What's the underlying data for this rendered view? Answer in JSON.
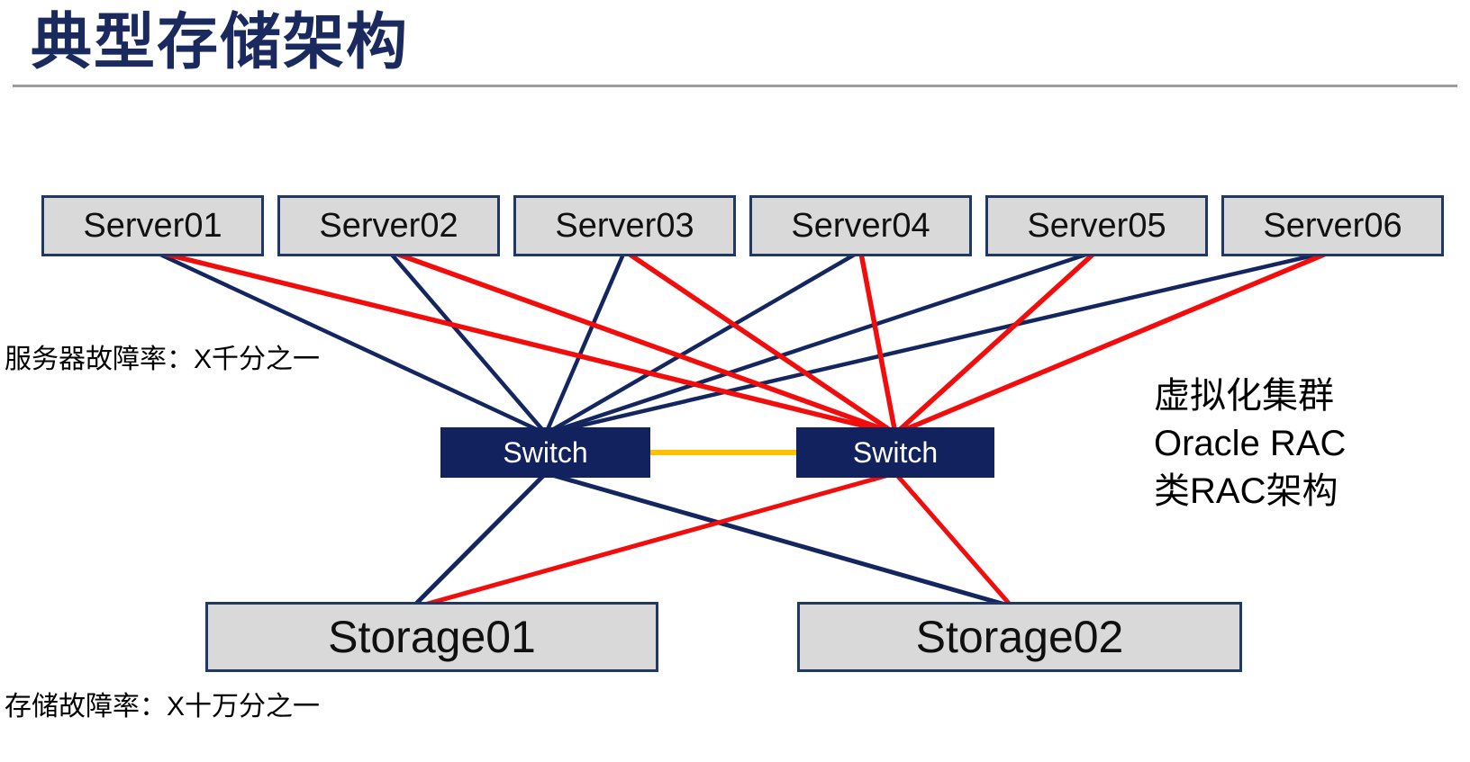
{
  "title": "典型存储架构",
  "annotations": {
    "server_failure_rate": "服务器故障率：X千分之一",
    "storage_failure_rate": "存储故障率：X十万分之一",
    "cluster_note_lines": [
      "虚拟化集群",
      "Oracle RAC",
      "类RAC架构"
    ]
  },
  "nodes": {
    "servers": [
      "Server01",
      "Server02",
      "Server03",
      "Server04",
      "Server05",
      "Server06"
    ],
    "switches": [
      "Switch",
      "Switch"
    ],
    "storages": [
      "Storage01",
      "Storage02"
    ]
  },
  "topology": {
    "server_to_left_switch": "each server links to left switch (dark navy line)",
    "server_to_right_switch": "each server links to right switch (red line)",
    "left_switch_to_storages": "left switch links to Storage01 and Storage02 (dark navy lines)",
    "right_switch_to_storages": "right switch links to Storage01 and Storage02 (red lines)",
    "inter_switch": "left switch links to right switch (orange line)"
  },
  "colors": {
    "title_navy": "#1b2a5e",
    "navy_link": "#14265f",
    "red_link": "#f20d0d",
    "inter_switch_link": "#ffc000",
    "node_fill_gray": "#d9d9d9",
    "node_border_navy": "#1f3864",
    "switch_fill_navy": "#12225e",
    "divider_gray": "#9c9c9c",
    "text_black": "#000000"
  }
}
